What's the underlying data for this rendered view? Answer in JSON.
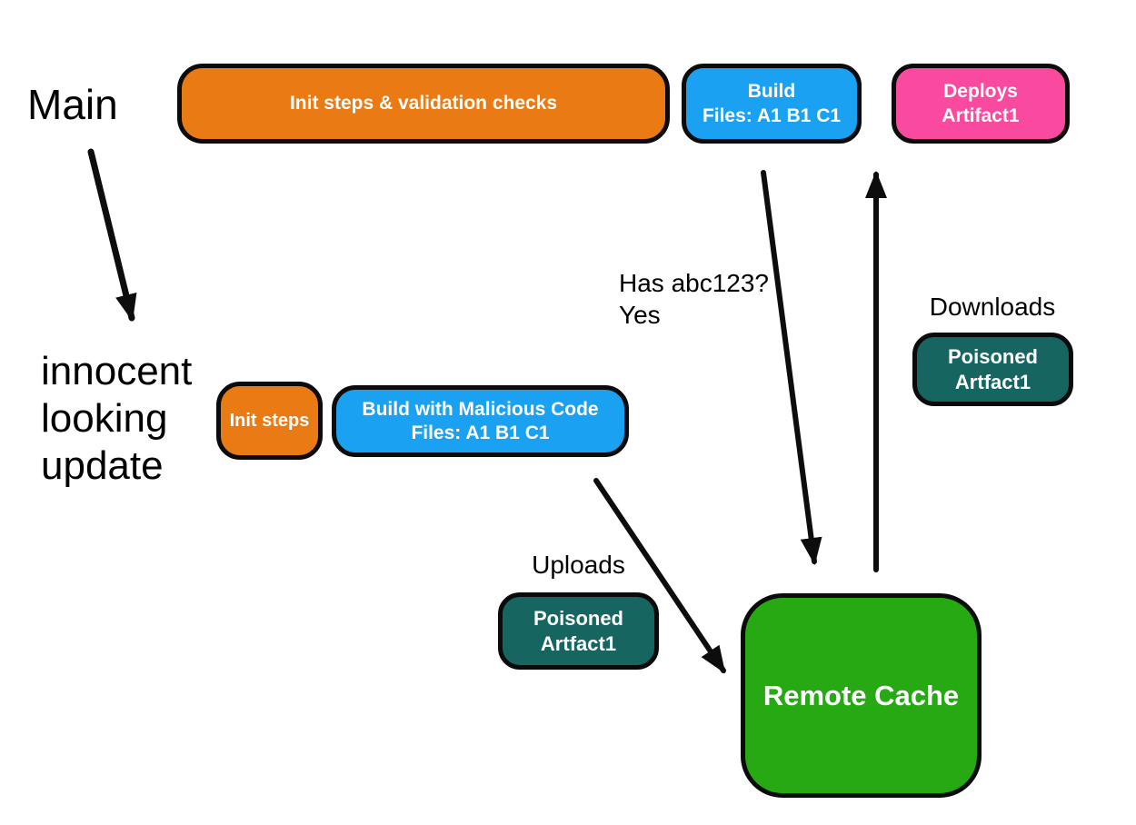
{
  "labels": {
    "main": "Main",
    "innocent_update": "innocent\nlooking\nupdate",
    "has_hash": "Has abc123?\nYes",
    "downloads": "Downloads",
    "uploads": "Uploads"
  },
  "nodes": {
    "init_validation": {
      "label": "Init steps & validation checks",
      "fill": "#ea7a14"
    },
    "build": {
      "label": "Build\nFiles: A1 B1 C1",
      "fill": "#1ba1f2"
    },
    "deploys": {
      "label": "Deploys\nArtifact1",
      "fill": "#f94a9f"
    },
    "init_steps": {
      "label": "Init steps",
      "fill": "#ea7a14"
    },
    "build_malicious": {
      "label": "Build with Malicious Code\nFiles: A1 B1 C1",
      "fill": "#1ba1f2"
    },
    "poisoned_upload": {
      "label": "Poisoned\nArtfact1",
      "fill": "#176561"
    },
    "poisoned_download": {
      "label": "Poisoned\nArtfact1",
      "fill": "#176561"
    },
    "remote_cache": {
      "label": "Remote Cache",
      "fill": "#26a913"
    }
  },
  "edges": [
    {
      "from": "main",
      "to": "innocent_update"
    },
    {
      "from": "build",
      "to": "remote_cache"
    },
    {
      "from": "remote_cache",
      "to": "deploys"
    },
    {
      "from": "build_malicious",
      "to": "remote_cache"
    }
  ],
  "colors": {
    "arrow": "#0d0d0d",
    "border": "#0b0b0b",
    "label_text": "#000000",
    "node_text": "#ffffff",
    "background": "#ffffff"
  }
}
